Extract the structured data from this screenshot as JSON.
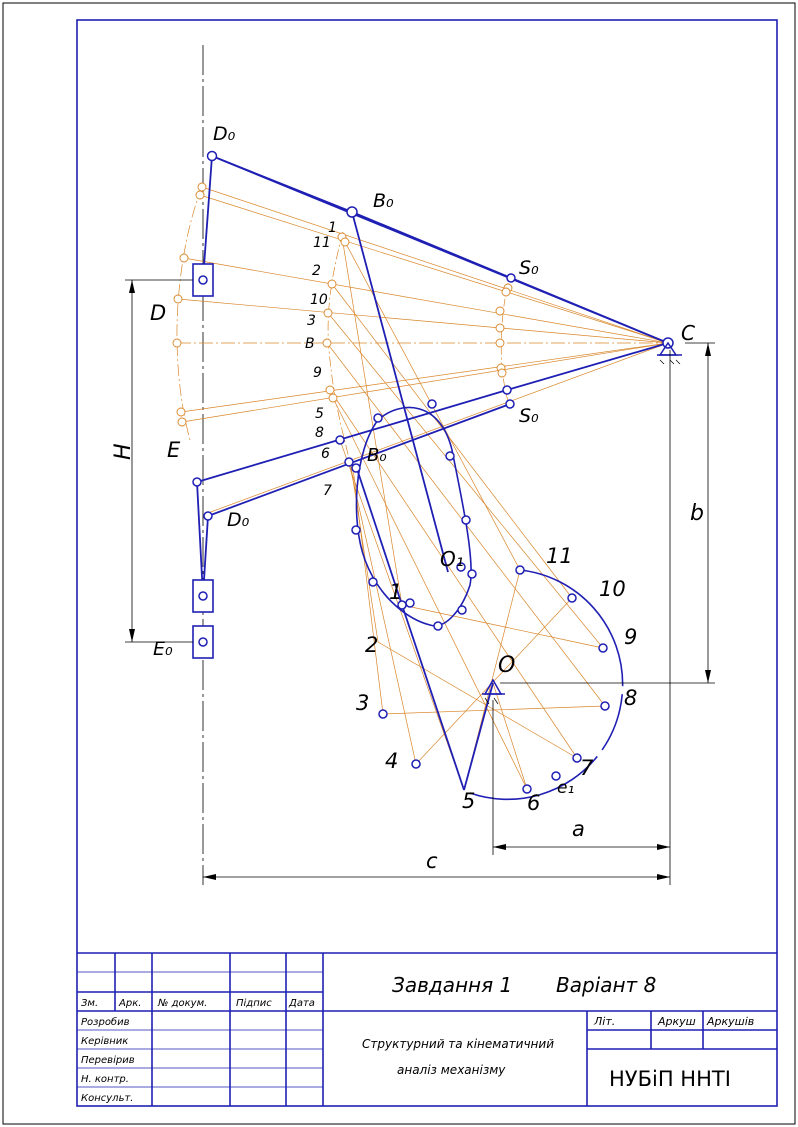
{
  "colors": {
    "mechanism": "#1f1fb4",
    "construction": "#d9862a",
    "frame": "#1f1fb4",
    "text": "#000000"
  },
  "labels": {
    "d0_top": "D₀",
    "b0": "B₀",
    "s0_top": "S₀",
    "c": "C",
    "d": "D",
    "e": "E",
    "h": "H",
    "b": "B",
    "s0_bottom": "S₀",
    "b0_mid": "B₀",
    "d0_bottom": "D₀",
    "e0": "E₀",
    "o1": "O₁",
    "o": "O",
    "dim_b": "b",
    "dim_a": "a",
    "dim_c": "c",
    "e1": "e₁"
  },
  "coupler_positions": [
    "1",
    "11",
    "2",
    "10",
    "3",
    "B",
    "9",
    "5",
    "8",
    "6",
    "7"
  ],
  "crank_positions": [
    "1",
    "2",
    "3",
    "4",
    "5",
    "6",
    "7",
    "8",
    "9",
    "10",
    "11"
  ],
  "title_block": {
    "assignment": "Завдання 1",
    "variant": "Варіант 8",
    "col_zm": "Зм.",
    "col_ark": "Арк.",
    "col_doc": "№ докум.",
    "col_sign": "Підпис",
    "col_date": "Дата",
    "row_developed": "Розробив",
    "row_supervisor": "Керівник",
    "row_checked": "Перевірив",
    "row_norm": "Н. контр.",
    "row_consult": "Консульт.",
    "doc_name_1": "Структурний та кінематичний",
    "doc_name_2": "аналіз механізму",
    "lit": "Літ.",
    "sheet": "Аркуш",
    "sheets": "Аркушів",
    "org": "НУБіП ННТІ"
  }
}
